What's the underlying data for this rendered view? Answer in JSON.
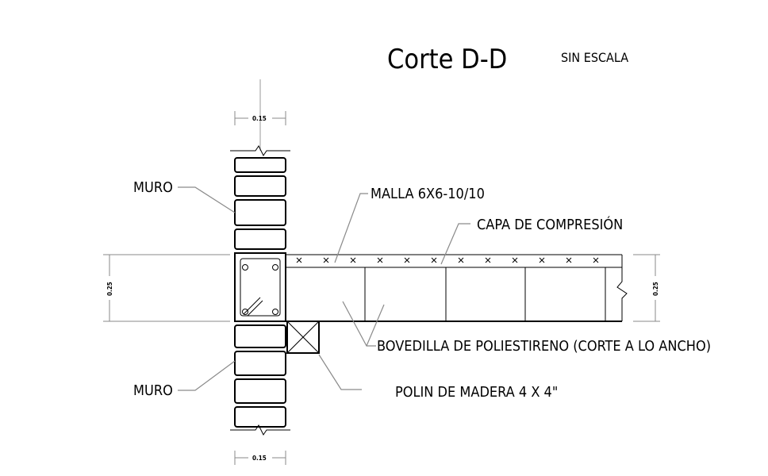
{
  "title": "Corte D-D",
  "scale_note": "SIN ESCALA",
  "labels": {
    "muro_top": "MURO",
    "muro_bottom": "MURO",
    "malla": "MALLA 6X6-10/10",
    "capa": "CAPA DE COMPRESIÓN",
    "bovedilla": "BOVEDILLA DE POLIESTIRENO (CORTE A LO ANCHO)",
    "polin": "POLIN DE MADERA 4 X 4\""
  },
  "dimensions": {
    "wall_width_top": "0.15",
    "wall_width_bottom": "0.15",
    "slab_height_left": "0.25",
    "slab_height_right": "0.25"
  }
}
